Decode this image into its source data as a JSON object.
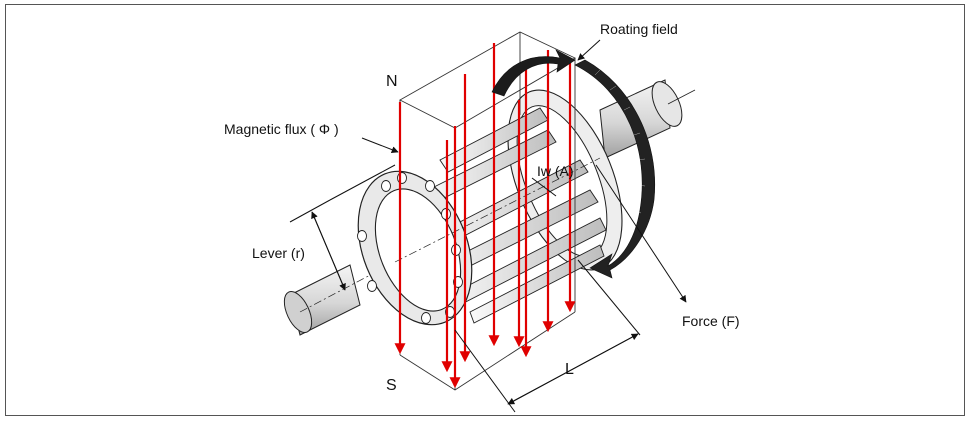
{
  "labels": {
    "rotating_field": "Roating field",
    "north": "N",
    "south": "S",
    "magnetic_flux": "Magnetic flux ( Φ )",
    "current": "Iw (A)",
    "lever": "Lever (r)",
    "force": "Force (F)",
    "length": "L"
  },
  "colors": {
    "flux_arrow": "#e00000",
    "line": "#1a1a1a",
    "fill_light": "#f2f2f2",
    "fill_mid": "#cfcfcf",
    "fill_dark": "#a8a8a8"
  }
}
